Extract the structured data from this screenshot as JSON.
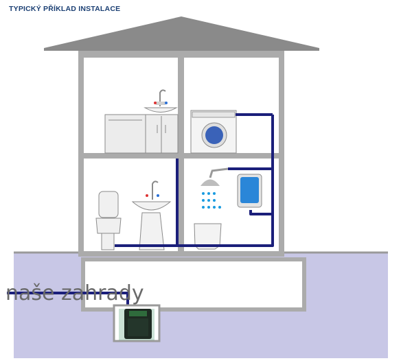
{
  "heading": "TYPICKÝ PŘÍKLAD INSTALACE",
  "garden_label": "naše zahrady",
  "colors": {
    "roof": "#8a8a8a",
    "walls": "#ababab",
    "room_fill": "#ffffff",
    "ground": "#c8c7e6",
    "pipe": "#1b1f7a",
    "water_drop": "#1a9be0",
    "heading_text": "#1b3f73"
  },
  "rooms": [
    "kitchen",
    "laundry",
    "bathroom",
    "shower",
    "basement"
  ],
  "icons": [
    "sink-icon",
    "kitchen-cabinet-icon",
    "washing-machine-icon",
    "shower-head-icon",
    "water-heater-icon",
    "toilet-icon",
    "washbasin-icon",
    "bathtub-icon",
    "submersible-pump-icon"
  ]
}
